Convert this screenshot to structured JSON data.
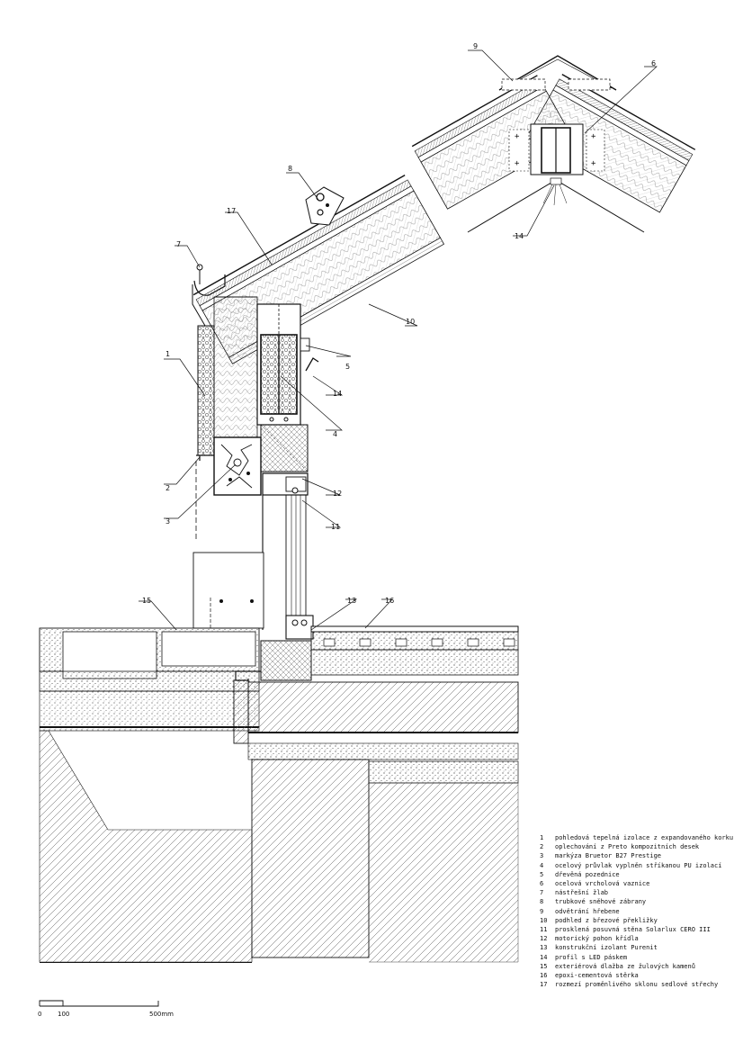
{
  "callouts": [
    {
      "number": "1"
    },
    {
      "number": "2"
    },
    {
      "number": "3"
    },
    {
      "number": "4"
    },
    {
      "number": "5"
    },
    {
      "number": "6"
    },
    {
      "number": "7"
    },
    {
      "number": "8"
    },
    {
      "number": "9"
    },
    {
      "number": "10"
    },
    {
      "number": "11"
    },
    {
      "number": "12"
    },
    {
      "number": "13"
    },
    {
      "number": "14"
    },
    {
      "number": "14"
    },
    {
      "number": "15"
    },
    {
      "number": "16"
    },
    {
      "number": "17"
    }
  ],
  "legend": [
    {
      "number": "1",
      "text": "pohledová tepelná izolace z expandovaného korku"
    },
    {
      "number": "2",
      "text": "oplechování z Preto kompozitních desek"
    },
    {
      "number": "3",
      "text": "markýza Bruetor B27 Prestige"
    },
    {
      "number": "4",
      "text": "ocelový průvlak vyplněn stříkanou PU izolací"
    },
    {
      "number": "5",
      "text": "dřevěná pozednice"
    },
    {
      "number": "6",
      "text": "ocelová vrcholová vaznice"
    },
    {
      "number": "7",
      "text": "nástřešní žlab"
    },
    {
      "number": "8",
      "text": "trubkové sněhové zábrany"
    },
    {
      "number": "9",
      "text": "odvětrání hřebene"
    },
    {
      "number": "10",
      "text": "podhled z březové překližky"
    },
    {
      "number": "11",
      "text": "prosklená posuvná stěna Solarlux CERO III"
    },
    {
      "number": "12",
      "text": "motorický pohon křídla"
    },
    {
      "number": "13",
      "text": "konstrukční izolant Purenit"
    },
    {
      "number": "14",
      "text": "profil s LED páskem"
    },
    {
      "number": "15",
      "text": "exteriérová dlažba ze žulových kamenů"
    },
    {
      "number": "16",
      "text": "epoxi-cementová stěrka"
    },
    {
      "number": "17",
      "text": "rozmezí proměnlivého sklonu sedlové střechy"
    }
  ],
  "scale_bar": {
    "labels": [
      "0",
      "100",
      "500mm"
    ]
  }
}
